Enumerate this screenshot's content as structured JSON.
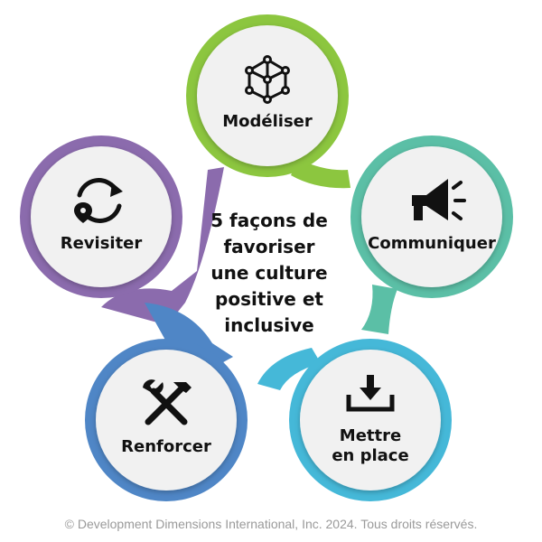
{
  "center_title": {
    "line1": "5 façons de",
    "line2": "favoriser",
    "line3": "une culture",
    "line4": "positive et",
    "line5": "inclusive"
  },
  "steps": [
    {
      "label": "Modéliser",
      "icon": "cube-network-icon",
      "color": "#8cc63f"
    },
    {
      "label": "Communiquer",
      "icon": "megaphone-icon",
      "color": "#5bbfa6"
    },
    {
      "label_line1": "Mettre",
      "label_line2": "en place",
      "icon": "download-tray-icon",
      "color": "#45b8d8"
    },
    {
      "label": "Renforcer",
      "icon": "tools-icon",
      "color": "#4f86c6"
    },
    {
      "label": "Revisiter",
      "icon": "refresh-location-icon",
      "color": "#8b6bad"
    }
  ],
  "copyright": "© Development Dimensions International, Inc. 2024. Tous droits réservés."
}
